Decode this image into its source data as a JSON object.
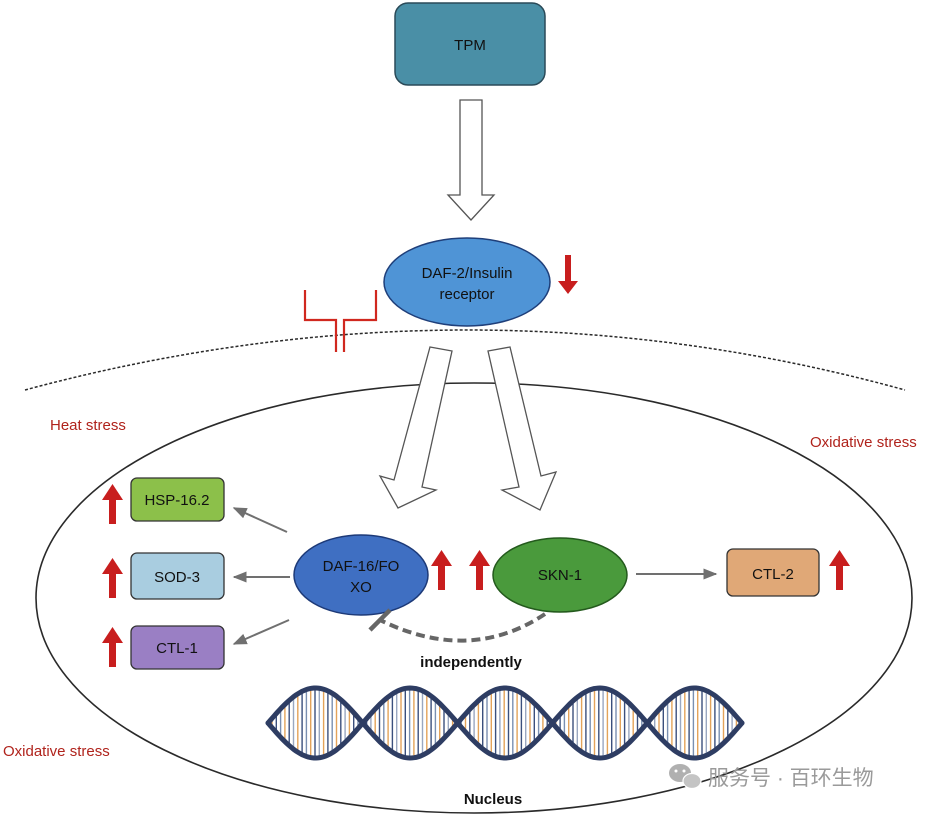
{
  "nodes": {
    "tpm": "TPM",
    "daf2_line1": "DAF-2/Insulin",
    "daf2_line2": "receptor",
    "daf16_line1": "DAF-16/FO",
    "daf16_line2": "XO",
    "skn1": "SKN-1",
    "ctl2": "CTL-2",
    "hsp16": "HSP-16.2",
    "sod3": "SOD-3",
    "ctl1": "CTL-1"
  },
  "labels": {
    "heat_stress": "Heat stress",
    "oxidative_stress_right": "Oxidative stress",
    "oxidative_stress_left": "Oxidative stress",
    "independently": "independently",
    "nucleus": "Nucleus"
  },
  "watermark": "服务号 · 百环生物",
  "colors": {
    "tpm": "#4a8fa6",
    "daf2": "#4f94d6",
    "daf16": "#3f6fc2",
    "skn1": "#4a9a3c",
    "ctl2": "#e0a877",
    "hsp16": "#8cc04a",
    "sod3": "#a9cde0",
    "ctl1": "#9a7fc4",
    "up_arrow": "#c81e1e",
    "receptor": "#d0281f",
    "stress_text": "#b0231c"
  },
  "regulation": {
    "daf2": "down",
    "daf16": "up",
    "skn1": "up",
    "ctl2": "up",
    "hsp16": "up",
    "sod3": "up",
    "ctl1": "up"
  }
}
